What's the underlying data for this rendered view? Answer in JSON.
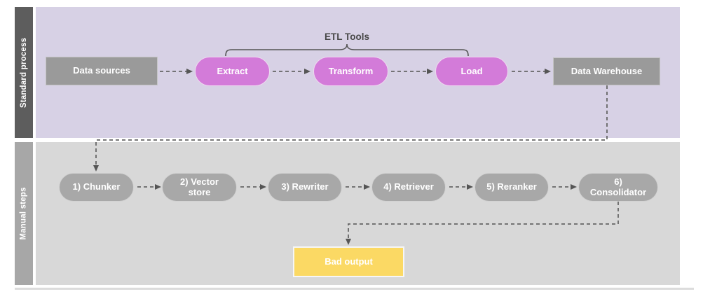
{
  "colors": {
    "lane_standard_bar": "#5d5d5d",
    "lane_standard_bg": "#d7d1e5",
    "lane_manual_bar": "#a7a7a7",
    "lane_manual_bg": "#d8d8d8",
    "process_node_fill": "#9a9a9a",
    "etl_node_fill": "#d37bd9",
    "manual_node_fill": "#a8a8a8",
    "bad_output_fill": "#fbd964",
    "connector": "#666666",
    "brace_label_text": "#484848",
    "node_text": "#ffffff"
  },
  "lanes": [
    {
      "label": "Standard process"
    },
    {
      "label": "Manual steps"
    }
  ],
  "standard": {
    "brace_label": "ETL Tools",
    "data_sources": "Data sources",
    "extract": "Extract",
    "transform": "Transform",
    "load": "Load",
    "data_warehouse": "Data Warehouse"
  },
  "manual": {
    "steps": [
      "1) Chunker",
      "2) Vector store",
      "3) Rewriter",
      "4) Retriever",
      "5) Reranker",
      "6) Consolidator"
    ],
    "bad_output": "Bad output"
  }
}
